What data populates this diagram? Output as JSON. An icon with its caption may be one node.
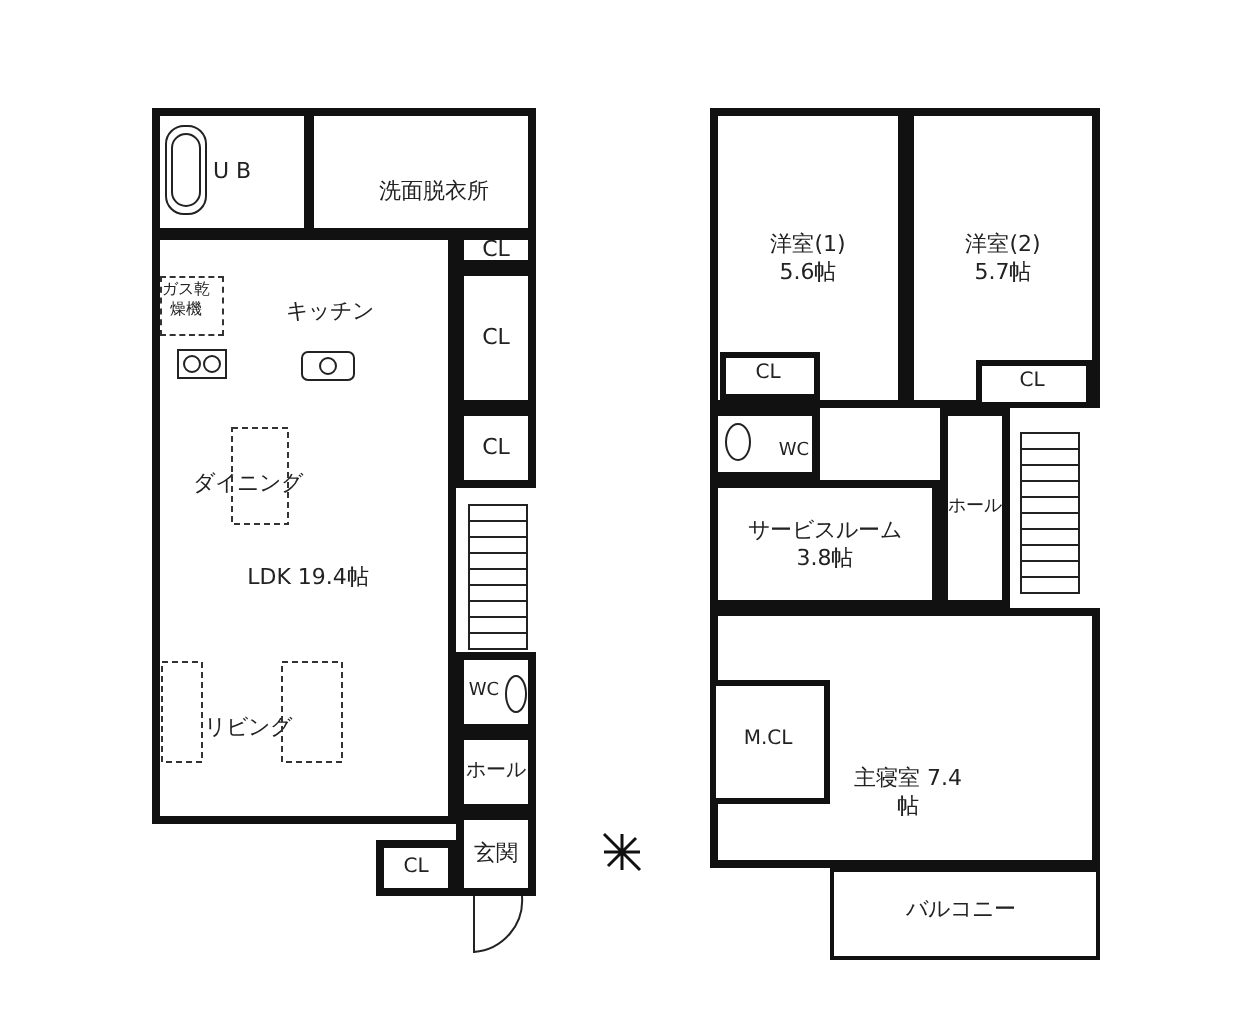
{
  "diagram": {
    "nodes": [
      {
        "text": [
          "U B"
        ]
      },
      {
        "text": [
          "洗面脱衣所"
        ]
      },
      {
        "text": [
          "CL"
        ]
      },
      {
        "text": [
          "キッチン",
          "ダイニング",
          "LDK 19.4帖",
          "リビング"
        ]
      },
      {
        "text": [
          "ガス乾燥機"
        ],
        "in": 3
      },
      {
        "text": [
          "CL"
        ]
      },
      {
        "text": [
          "CL"
        ]
      },
      {
        "text": [
          "WC"
        ]
      },
      {
        "text": [
          "ホール"
        ]
      },
      {
        "text": [
          "玄関"
        ]
      },
      {
        "text": [
          "CL"
        ]
      },
      {
        "text": [
          "洋室(1) 5.6帖"
        ]
      },
      {
        "text": [
          "洋室(2) 5.7帖"
        ]
      },
      {
        "text": [
          "CL"
        ],
        "in": 11
      },
      {
        "text": [
          "CL"
        ],
        "in": 12
      },
      {
        "text": [
          "WC"
        ]
      },
      {
        "text": [
          "ホール"
        ]
      },
      {
        "text": [
          "サービスルーム 3.8帖"
        ]
      },
      {
        "text": [
          "主寝室 7.4帖"
        ]
      },
      {
        "text": [
          "M.CL"
        ],
        "in": 18
      },
      {
        "text": [
          "バルコニー"
        ]
      }
    ]
  }
}
